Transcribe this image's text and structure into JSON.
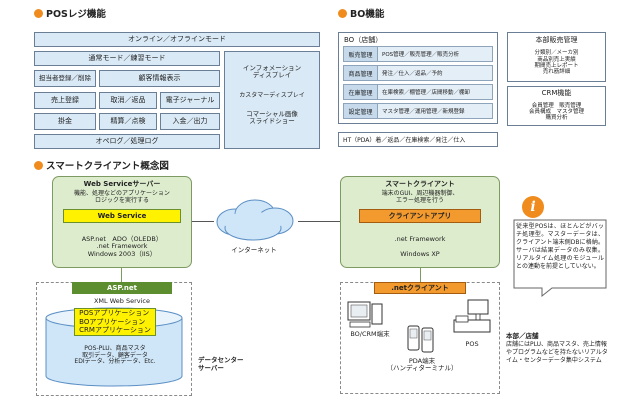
{
  "pos": {
    "title": "POSレジ機能",
    "online_mode": "オンライン／オフラインモード",
    "normal_mode": "通常モード／練習モード",
    "staff": "担当者登録／削除",
    "customer_info": "顧客情報表示",
    "sales_reg": "売上登録",
    "cancel_return": "取消／返品",
    "e_journal": "電子ジャーナル",
    "charge": "掛金",
    "settle": "精算／点検",
    "in_out": "入金／出力",
    "log": "オペログ／処理ログ",
    "info_display": "インフォメーション\nディスプレイ",
    "customer_display": "カスタマーディスプレイ",
    "commercial": "コマーシャル画像\nスライドショー"
  },
  "bo": {
    "title": "BO機能",
    "store_label": "BO（店舗）",
    "rows": [
      {
        "label": "販売管理",
        "text": "POS管理／販売管理／販売分析"
      },
      {
        "label": "商品管理",
        "text": "発注／仕入／返品／予約"
      },
      {
        "label": "在庫管理",
        "text": "在庫検索／棚管理／店間移動／棚卸"
      },
      {
        "label": "設定管理",
        "text": "マスタ管理／運用管理／新規登録"
      }
    ],
    "ht": "HT（PDA）着／返品／在庫検索／発注／仕入",
    "hq_title": "本部販売管理",
    "hq_items": "分類別／メーカ別\n商品別売上実績\n期間売上レポート\n売れ筋詳細",
    "crm_title": "CRM機能",
    "crm_items": "会員管理　販売管理\n会員構成　マスタ管理\n購買分析"
  },
  "concept": {
    "title": "スマートクライアント概念図",
    "ws_server_title": "Web Serviceサーバー",
    "ws_server_desc": "機能、処理などのアプリケーション\nロジックを実行する",
    "ws_bar": "Web Service",
    "ws_tech": "ASP.net　ADO（OLEDB）\n.net Framework\nWindows 2003（IIS）",
    "internet": "インターネット",
    "sc_title": "スマートクライアント",
    "sc_desc": "端末のGUI、周辺機器制御、\nエラー処理を行う",
    "sc_bar": "クライアントアプリ",
    "sc_tech": ".net Framework\n\nWindows XP",
    "aspnet": "ASP.net",
    "xml_ws": "XML Web Service",
    "apps": "POSアプリケーション\nBOアプリケーション\nCRMアプリケーション",
    "db_text": "POS-PLU、商品マスタ\n取引データ、顧客データ\nEDIデータ、分析データ、Etc.",
    "dc_label": "データセンター\nサーバー",
    "net_client": ".netクライアント",
    "bo_crm_terminal": "BO/CRM端末",
    "pos": "POS",
    "pda": "PDA端末\n（ハンディターミナル）"
  },
  "note": {
    "icon_letter": "i",
    "text": "従来型POSは、ほとんどがバッチ処理型。マスターデータは、クライアント端末側DBに格納。サーバは結果データのみ収集。リアルタイム処理のモジュールとの連動を前提としていない。",
    "caption_title": "本部／店舗",
    "caption_text": "店舗にはPLU、商品マスタ、売上情報やプログラムなどを持たないリアルタイム・センターデータ集中システム"
  },
  "colors": {
    "accent_orange": "#f08c1e",
    "panel_blue": "#d9e9f6",
    "panel_green": "#ddeccd",
    "bar_yellow": "#fff200",
    "bar_orange": "#f29a2e"
  }
}
